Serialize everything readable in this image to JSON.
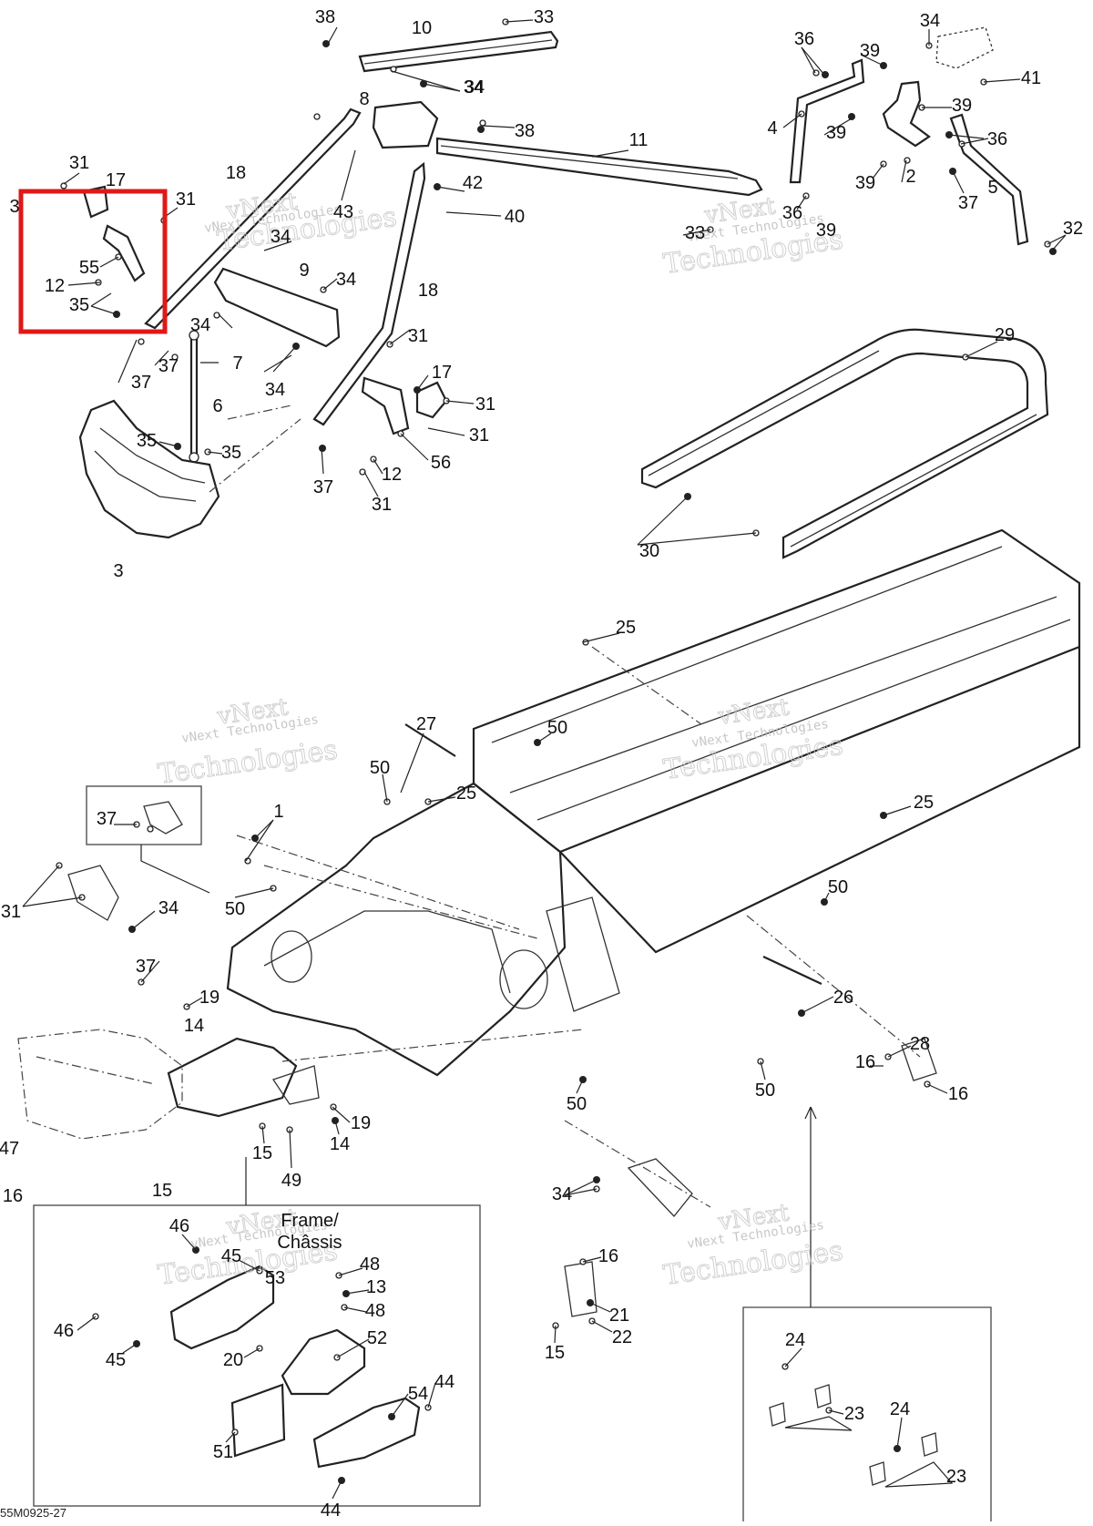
{
  "diagram": {
    "drawing_id": "55M0925-27",
    "frame_label": "Frame/\nChâssis",
    "frame_label_line1": "Frame/",
    "frame_label_line2": "Châssis",
    "watermark_line1": "vNext",
    "watermark_line2": "vNext Technologies",
    "watermark_line3": "Technologies",
    "highlight_color": "#e01818",
    "callouts": [
      "38",
      "33",
      "10",
      "34",
      "34",
      "8",
      "38",
      "11",
      "31",
      "17",
      "31",
      "18",
      "42",
      "40",
      "43",
      "34",
      "55",
      "12",
      "35",
      "9",
      "34",
      "18",
      "34",
      "31",
      "37",
      "7",
      "37",
      "17",
      "34",
      "31",
      "6",
      "31",
      "56",
      "35",
      "35",
      "12",
      "37",
      "31",
      "3",
      "36",
      "34",
      "39",
      "41",
      "4",
      "39",
      "39",
      "36",
      "2",
      "39",
      "5",
      "37",
      "36",
      "39",
      "32",
      "33",
      "29",
      "30",
      "25",
      "27",
      "50",
      "50",
      "25",
      "25",
      "37",
      "1",
      "50",
      "50",
      "31",
      "34",
      "37",
      "19",
      "14",
      "26",
      "28",
      "16",
      "16",
      "50",
      "50",
      "19",
      "14",
      "15",
      "49",
      "47",
      "16",
      "15",
      "34",
      "16",
      "21",
      "22",
      "15",
      "46",
      "45",
      "53",
      "48",
      "13",
      "48",
      "46",
      "45",
      "52",
      "20",
      "54",
      "44",
      "51",
      "44",
      "24",
      "23",
      "24",
      "23",
      "3"
    ]
  }
}
